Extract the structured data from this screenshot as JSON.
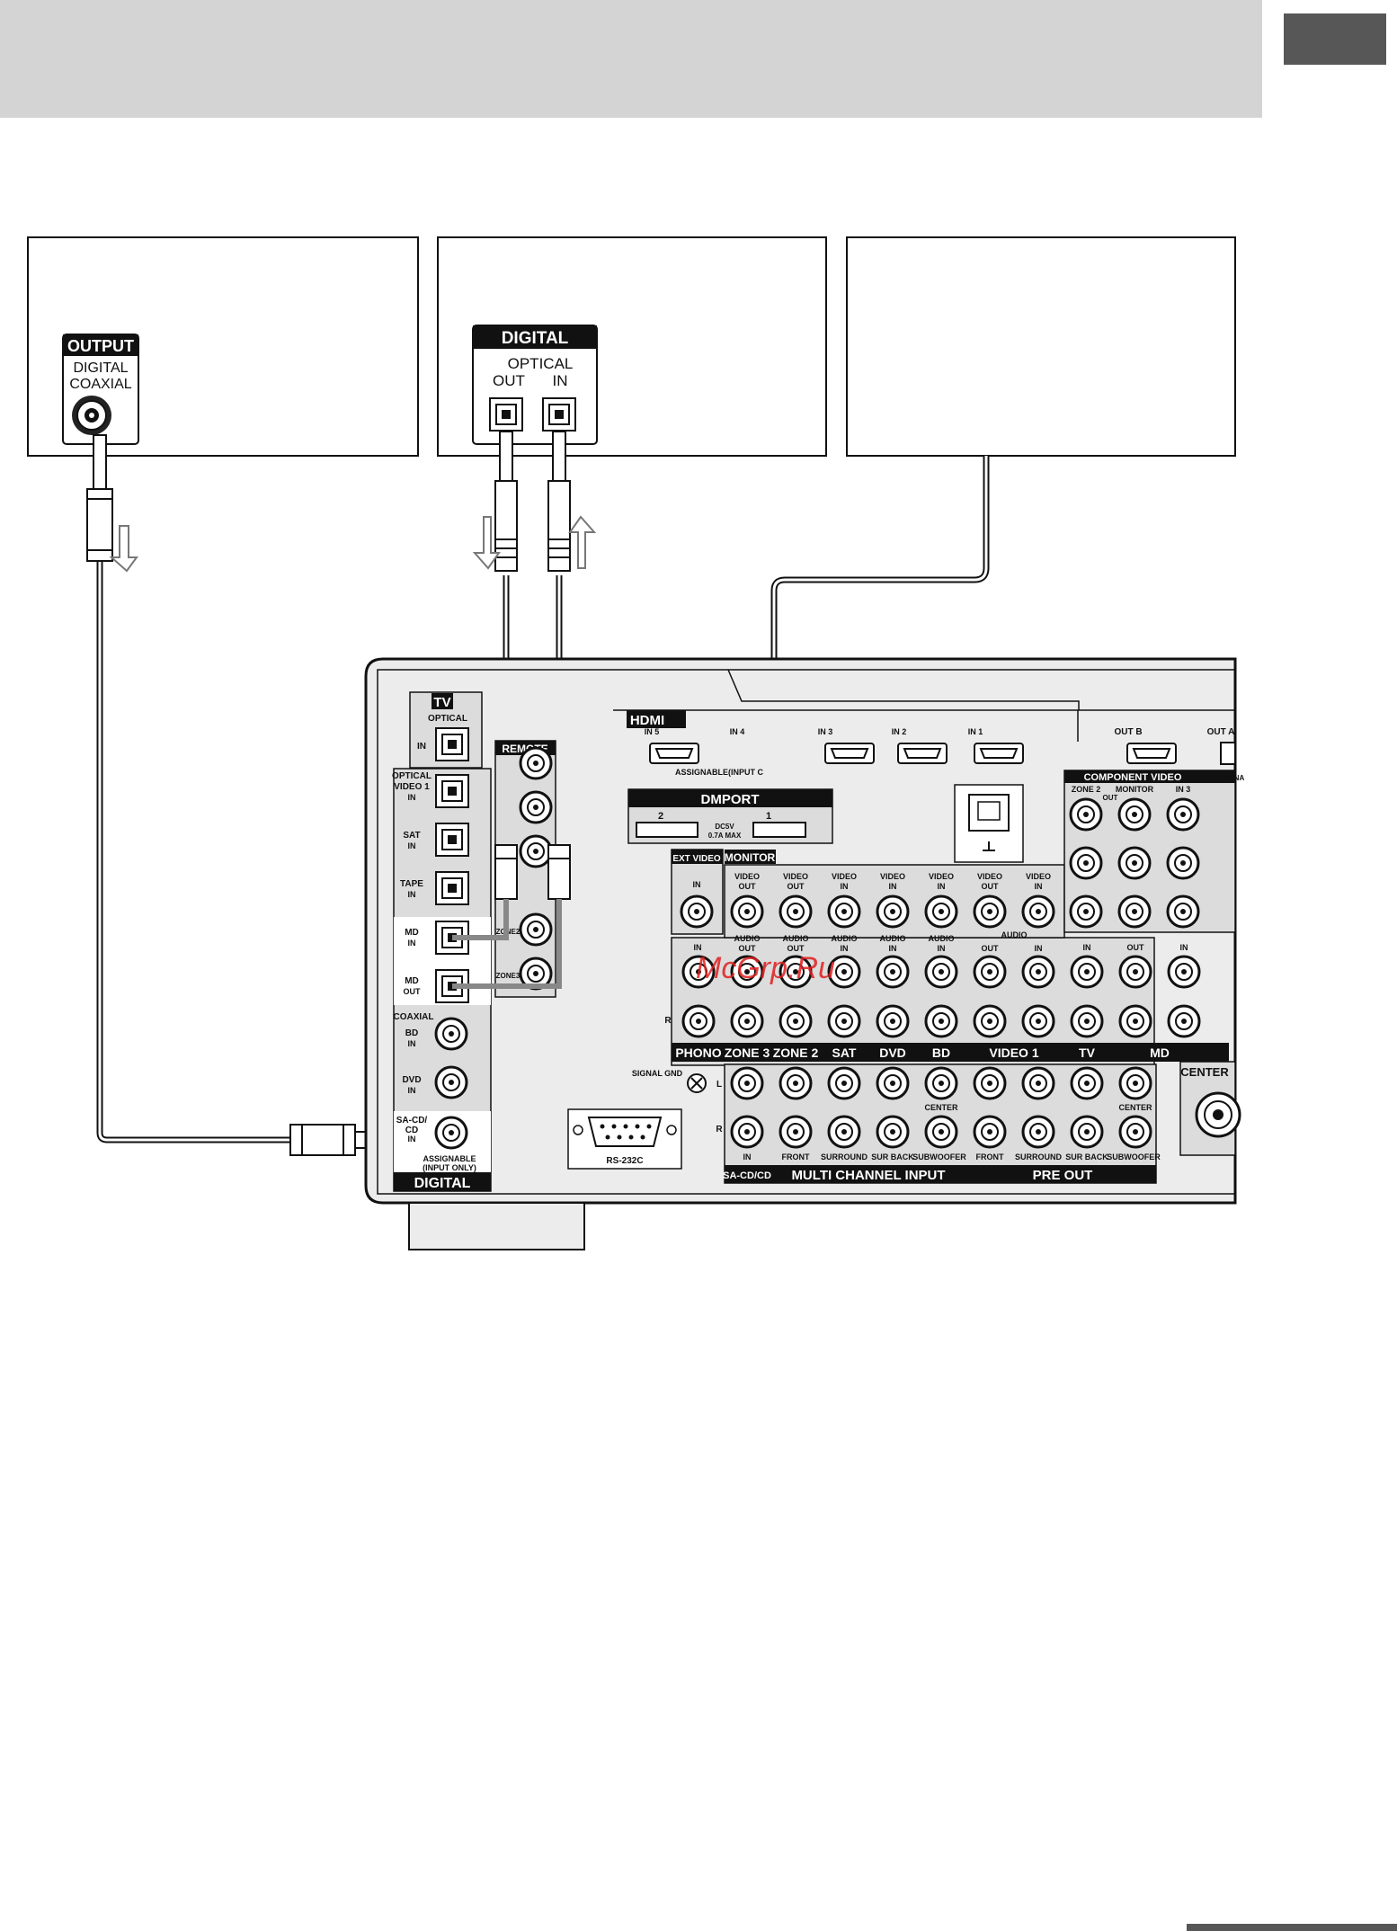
{
  "devices": {
    "player": {
      "output_header": "OUTPUT",
      "jack_label_1": "DIGITAL",
      "jack_label_2": "COAXIAL"
    },
    "recorder": {
      "digital_header": "DIGITAL",
      "optical_label": "OPTICAL",
      "out_label": "OUT",
      "in_label": "IN"
    }
  },
  "receiver": {
    "tv_header": "TV",
    "tv_optical": "OPTICAL",
    "tv_in": "IN",
    "optical_head": "OPTICAL",
    "video1_label": "VIDEO 1",
    "in_short": "IN",
    "sat_label": "SAT",
    "tape_label": "TAPE",
    "md_label": "MD",
    "md_out": "OUT",
    "coaxial_head": "COAXIAL",
    "bd_label": "BD",
    "dvd_label": "DVD",
    "sacd_label_1": "SA-CD/",
    "sacd_label_2": "CD",
    "assignable_1": "ASSIGNABLE",
    "assignable_2": "(INPUT ONLY)",
    "digital_footer": "DIGITAL",
    "remote_label": "REMOTE",
    "zone2_small": "ZONE2",
    "zone3_small": "ZONE3",
    "hdmi_header": "HDMI",
    "hdmi_in5": "IN 5",
    "hdmi_in4": "IN 4",
    "hdmi_in3": "IN 3",
    "hdmi_in2": "IN 2",
    "hdmi_in1": "IN 1",
    "hdmi_assignable": "ASSIGNABLE(INPUT C",
    "hdmi_out_b": "OUT B",
    "hdmi_out_a": "OUT A",
    "dmport_header": "DMPORT",
    "dmport_2": "2",
    "dmport_1": "1",
    "dmport_power_1": "DC5V",
    "dmport_power_2": "0.7A MAX",
    "ext_video": "EXT VIDEO",
    "monitor_header": "MONITOR",
    "video_out": "VIDEO",
    "out_word": "OUT",
    "in_word": "IN",
    "audio_word": "AUDIO",
    "l_label": "L",
    "r_label": "R",
    "bottom_labels": [
      "PHONO",
      "ZONE 3",
      "ZONE 2",
      "SAT",
      "DVD",
      "BD",
      "VIDEO 1",
      "TV",
      "MD"
    ],
    "component_video": "COMPONENT VIDEO",
    "cv_zone2": "ZONE 2",
    "cv_monitor": "MONITOR",
    "cv_out": "OUT",
    "cv_in3": "IN 3",
    "cv_assign": "ASSIGNA",
    "signal_gnd": "SIGNAL GND",
    "rs232c": "RS-232C",
    "front": "FRONT",
    "surround": "SURROUND",
    "sur_back": "SUR BACK",
    "subwoofer": "SUBWOOFER",
    "center": "CENTER",
    "sacd_in": "IN",
    "sacd_cd": "SA-CD/CD",
    "multi_channel": "MULTI CHANNEL INPUT",
    "pre_out": "PRE OUT",
    "center_speaker": "CENTER"
  },
  "watermark": "McGrp.Ru"
}
